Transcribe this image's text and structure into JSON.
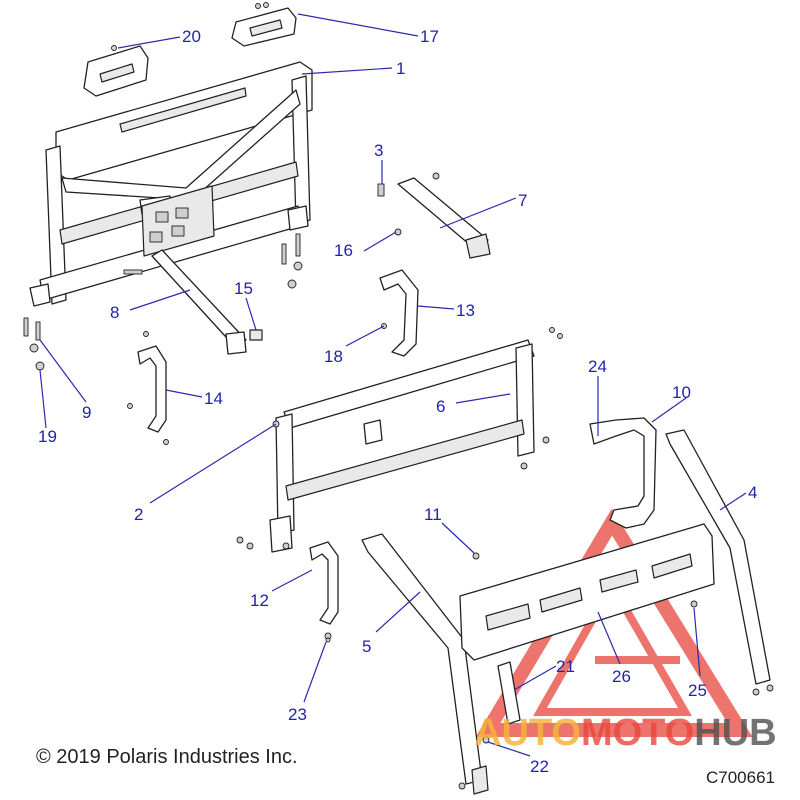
{
  "diagram": {
    "copyright": "© 2019 Polaris Industries Inc.",
    "drawing_code": "C700661",
    "watermark": {
      "part1": "AUTO",
      "part2": "MOTO",
      "part3": "HUB"
    },
    "callouts": [
      {
        "id": "c1",
        "label": "1"
      },
      {
        "id": "c2",
        "label": "2"
      },
      {
        "id": "c3",
        "label": "3"
      },
      {
        "id": "c4",
        "label": "4"
      },
      {
        "id": "c5",
        "label": "5"
      },
      {
        "id": "c6",
        "label": "6"
      },
      {
        "id": "c7",
        "label": "7"
      },
      {
        "id": "c8",
        "label": "8"
      },
      {
        "id": "c9",
        "label": "9"
      },
      {
        "id": "c10",
        "label": "10"
      },
      {
        "id": "c11",
        "label": "11"
      },
      {
        "id": "c12",
        "label": "12"
      },
      {
        "id": "c13",
        "label": "13"
      },
      {
        "id": "c14",
        "label": "14"
      },
      {
        "id": "c15",
        "label": "15"
      },
      {
        "id": "c16",
        "label": "16"
      },
      {
        "id": "c17",
        "label": "17"
      },
      {
        "id": "c18",
        "label": "18"
      },
      {
        "id": "c19",
        "label": "19"
      },
      {
        "id": "c20",
        "label": "20"
      },
      {
        "id": "c21",
        "label": "21"
      },
      {
        "id": "c22",
        "label": "22"
      },
      {
        "id": "c23",
        "label": "23"
      },
      {
        "id": "c24",
        "label": "24"
      },
      {
        "id": "c25",
        "label": "25"
      },
      {
        "id": "c26",
        "label": "26"
      }
    ],
    "colors": {
      "callout": "#2323a8",
      "line": "#222222",
      "watermark_red": "#e8463c",
      "watermark_orange": "#f5b43c"
    }
  }
}
